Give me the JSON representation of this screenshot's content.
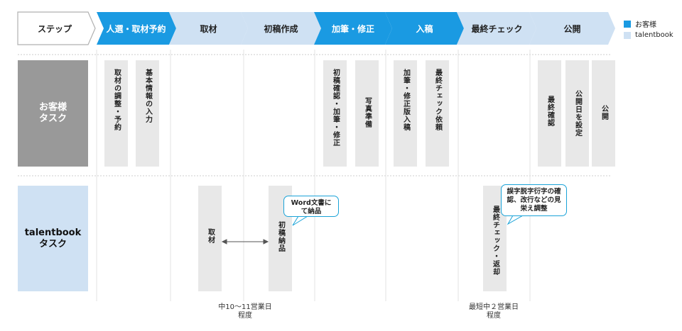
{
  "steps": [
    "ステップ",
    "人選・取材予約",
    "取材",
    "初稿作成",
    "加筆・修正",
    "入稿",
    "最終チェック",
    "公開"
  ],
  "legend": {
    "customer_label": "お客様",
    "talentbook_label": "talentbook",
    "customer_color": "#1a9ae2",
    "talentbook_color": "#cfe1f3"
  },
  "rows": {
    "customer_line1": "お客様",
    "customer_line2": "タスク",
    "talentbook_line1": "talentbook",
    "talentbook_line2": "タスク"
  },
  "customer_tasks": [
    "取材の調整・予約",
    "基本情報の入力",
    "初稿確認・加筆・修正",
    "写真準備",
    "加筆・修正版入稿",
    "最終チェック依頼",
    "最終確認",
    "公開日を設定",
    "公開"
  ],
  "talentbook_tasks": [
    "取材",
    "初稿納品",
    "最終チェック・返却"
  ],
  "callouts": {
    "word": "Word文書にて納品",
    "check": "誤字脱字衍字の確認、改行などの見栄え調整"
  },
  "durations": {
    "first_line1": "中10～11営業日",
    "first_line2": "程度",
    "second_line1": "最短中２営業日",
    "second_line2": "程度"
  }
}
